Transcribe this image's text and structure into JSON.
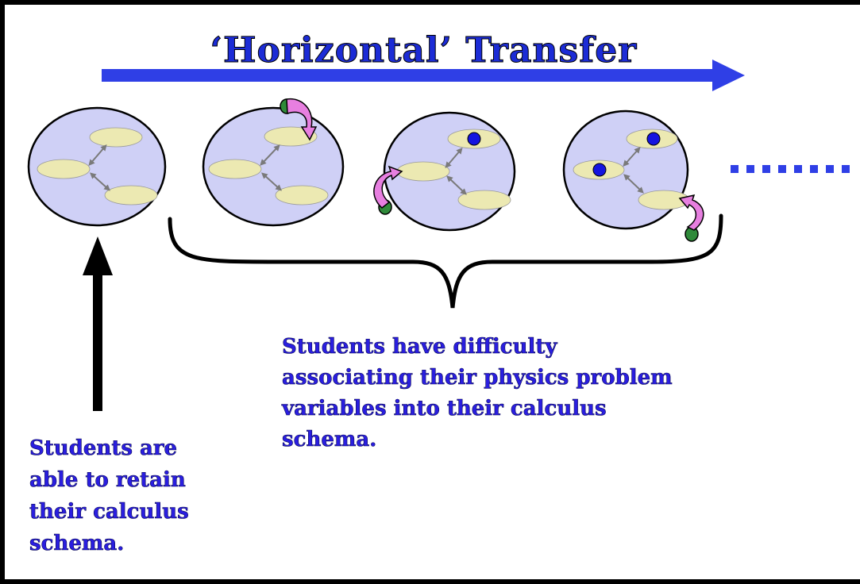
{
  "title": "‘Horizontal’ Transfer",
  "caption_right": "Students have difficulty\nassociating their physics problem\nvariables into their calculus\nschema.",
  "caption_left": "Students are\nable to retain\ntheir calculus\nschema.",
  "colors": {
    "title": "#1c2cd6",
    "arrow": "#2f3fe6",
    "caption": "#2a1ee0",
    "schema_fill": "#cfd0f6",
    "node_fill": "#ece9b2",
    "variable_dot": "#1414e0",
    "transfer_arrow": "#e77fe0",
    "transfer_tail": "#2f8a3a"
  }
}
